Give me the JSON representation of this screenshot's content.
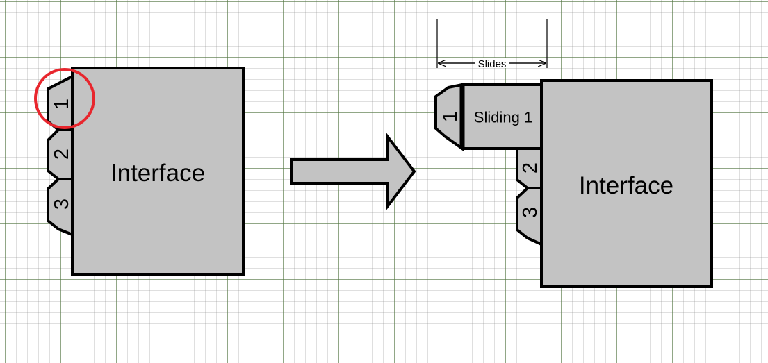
{
  "left_group": {
    "interface_label": "Interface",
    "tabs": [
      "1",
      "2",
      "3"
    ]
  },
  "right_group": {
    "interface_label": "Interface",
    "sliding_panel_label": "Sliding 1",
    "tabs": [
      "1",
      "2",
      "3"
    ],
    "dimension_label": "Slides"
  },
  "colors": {
    "shape_fill": "#c3c3c3",
    "outline": "#000000",
    "highlight_circle": "#e8262d",
    "grid_minor": "#c8c8c8",
    "grid_major": "#6f9a5c"
  }
}
